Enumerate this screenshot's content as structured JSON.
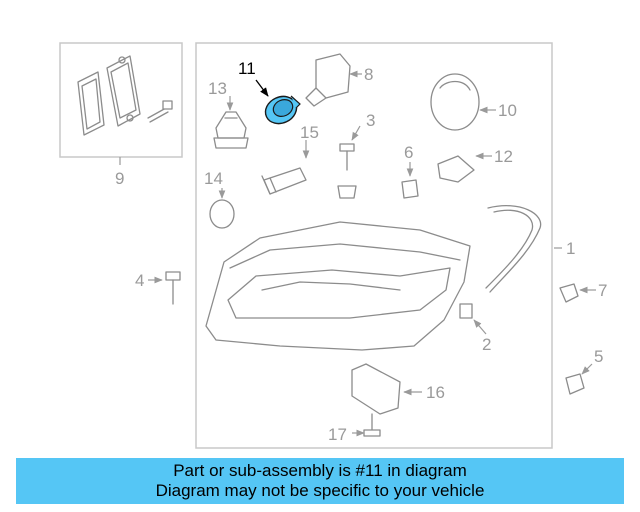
{
  "highlight_color": "#55c6f5",
  "callouts": {
    "c1": "1",
    "c2": "2",
    "c3": "3",
    "c4": "4",
    "c5": "5",
    "c6": "6",
    "c7": "7",
    "c8": "8",
    "c9": "9",
    "c10": "10",
    "c11": "11",
    "c12": "12",
    "c13": "13",
    "c14": "14",
    "c15": "15",
    "c16": "16",
    "c17": "17"
  },
  "banner": {
    "line1": "Part or sub-assembly is #11 in diagram",
    "line2": "Diagram may not be specific to your vehicle"
  }
}
